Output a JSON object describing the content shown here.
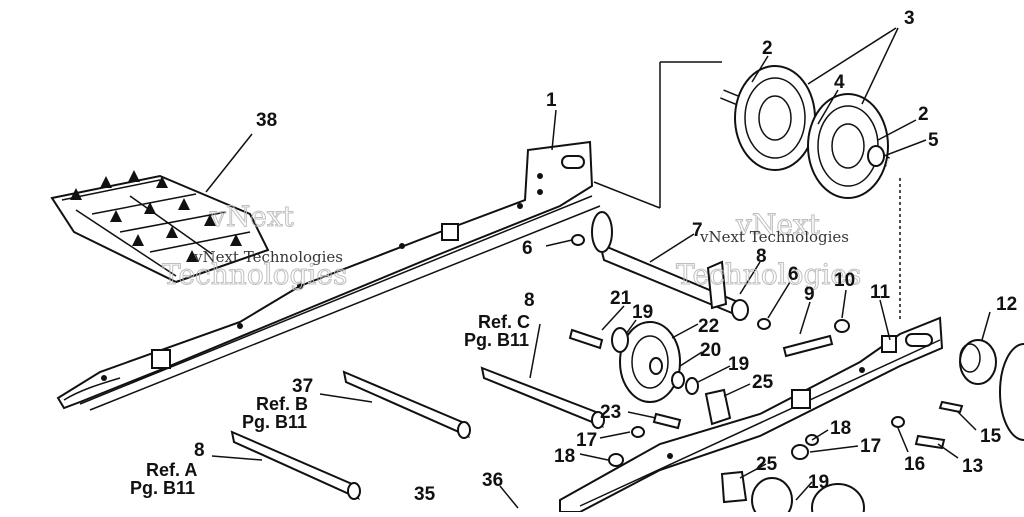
{
  "callouts": {
    "c1": "1",
    "c2a": "2",
    "c2b": "2",
    "c3": "3",
    "c4": "4",
    "c5": "5",
    "c6a": "6",
    "c6b": "6",
    "c7": "7",
    "c8": "8",
    "c8b": "8",
    "c8c": "8",
    "c9": "9",
    "c10": "10",
    "c11": "11",
    "c12": "12",
    "c13": "13",
    "c15": "15",
    "c16": "16",
    "c17a": "17",
    "c17b": "17",
    "c18a": "18",
    "c18b": "18",
    "c19a": "19",
    "c19b": "19",
    "c19c": "19",
    "c20": "20",
    "c21": "21",
    "c22": "22",
    "c23": "23",
    "c25a": "25",
    "c25b": "25",
    "c35": "35",
    "c36": "36",
    "c37": "37",
    "c38": "38"
  },
  "refs": {
    "refC_line1": "Ref. C",
    "refC_line2": "Pg. B11",
    "refB_line1": "Ref. B",
    "refB_line2": "Pg. B11",
    "refA_line1": "Ref. A",
    "refA_line2": "Pg. B11"
  },
  "watermark": {
    "top1": "vNext",
    "top2": "Technologies",
    "plain": "vNext Technologies"
  },
  "colors": {
    "ink": "#111111",
    "paper": "#ffffff",
    "watermark": "#b9b9b9"
  }
}
